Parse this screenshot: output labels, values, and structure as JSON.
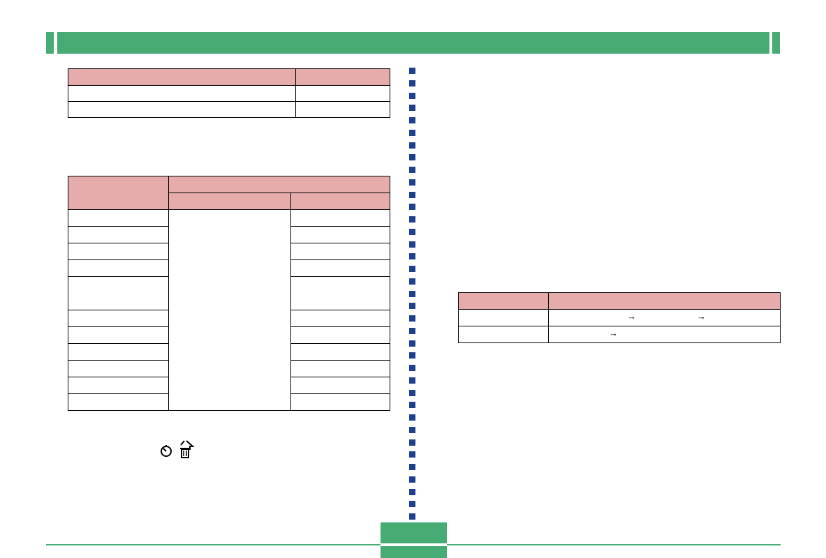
{
  "header": {
    "color": "#46ac73"
  },
  "accent": {
    "table_header": "#e6acac",
    "marker": "#1f3f8f"
  },
  "table_small": {
    "rows": 2
  },
  "table_mode": {
    "rows": 11
  },
  "table_order": {
    "rows": 2,
    "row1_arrows": 2,
    "row2_arrows": 1
  },
  "icons": [
    "self-timer-icon",
    "delete-icon"
  ],
  "footer": {
    "page_tab": ""
  }
}
